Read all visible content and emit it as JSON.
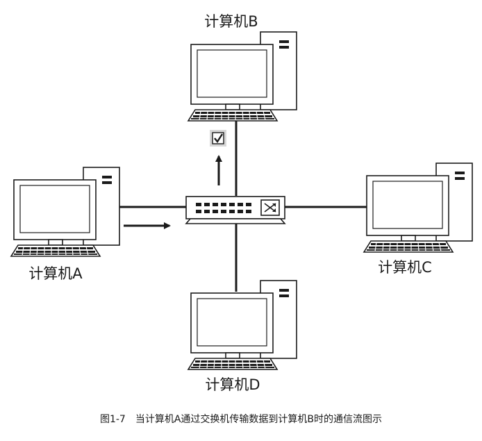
{
  "nodes": {
    "computer_a": {
      "label": "计算机A"
    },
    "computer_b": {
      "label": "计算机B"
    },
    "computer_c": {
      "label": "计算机C"
    },
    "computer_d": {
      "label": "计算机D"
    }
  },
  "caption": "图1-7　当计算机A通过交换机传输数据到计算机B时的通信流图示",
  "icons": {
    "switch": "network-switch-icon",
    "checkmark": "checkbox-checked-icon",
    "arrow_a": "arrow-right-icon",
    "arrow_b": "arrow-up-icon"
  },
  "colors": {
    "line": "#1a1a1a",
    "background": "#ffffff",
    "check_box": "#d8d8d8"
  }
}
